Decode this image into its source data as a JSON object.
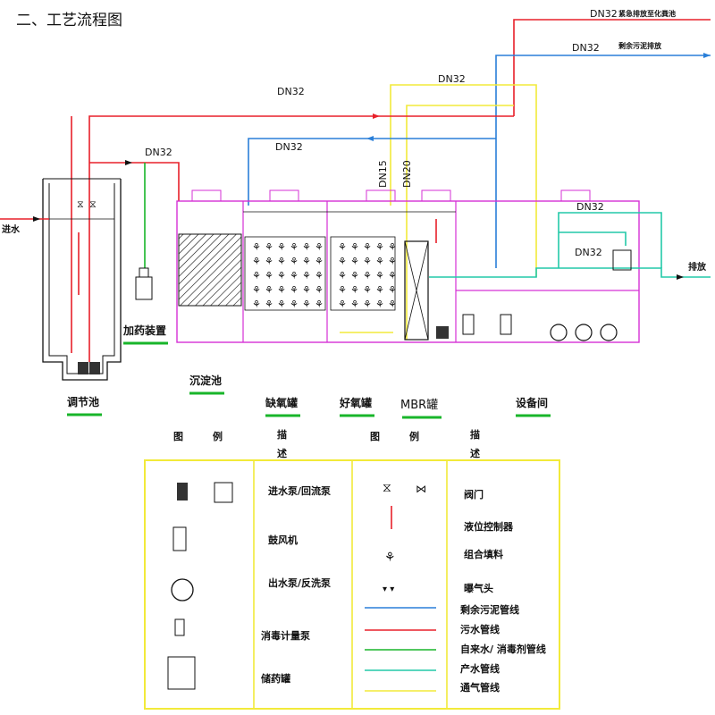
{
  "title": "二、工艺流程图",
  "pipe_labels": {
    "top_emergency": "DN32 紧急排放至化粪池",
    "top_emergency_dn": "DN32",
    "top_emergency_text": "紧急排放至化粪池",
    "excess_sludge_dn": "DN32",
    "excess_sludge_text": "剩余污泥排放",
    "yellow_dn32": "DN32",
    "red_main": "DN32",
    "blue_main": "DN32",
    "dosing_dn32": "DN32",
    "dn15": "DN15",
    "dn20": "DN20",
    "inlet": "进水",
    "outlet": "排放",
    "equip_dn32_a": "DN32",
    "equip_dn32_b": "DN32"
  },
  "units": {
    "regulating_tank": "调节池",
    "dosing_device": "加药装置",
    "sedimentation": "沉淀池",
    "anoxic": "缺氧罐",
    "aerobic": "好氧罐",
    "mbr": "MBR罐",
    "equipment_room": "设备间"
  },
  "legend": {
    "header_symbol_left": "图　　　例",
    "header_desc_left_1": "描",
    "header_desc_left_2": "述",
    "header_symbol_right": "图　　　例",
    "header_desc_right_1": "描",
    "header_desc_right_2": "述",
    "items_left": [
      "进水泵/回流泵",
      "鼓风机",
      "出水泵/反洗泵",
      "消毒计量泵",
      "储药罐"
    ],
    "items_right": [
      "阀门",
      "液位控制器",
      "组合填料",
      "曝气头",
      "剩余污泥管线",
      "污水管线",
      "自来水/ 消毒剂管线",
      "产水管线",
      "通气管线"
    ]
  },
  "colors": {
    "red": "#e8202a",
    "blue": "#2a7fd8",
    "green": "#18b52a",
    "cyan": "#22c9a8",
    "yellow": "#f2ea3a",
    "magenta": "#d530d5",
    "black": "#111111"
  }
}
